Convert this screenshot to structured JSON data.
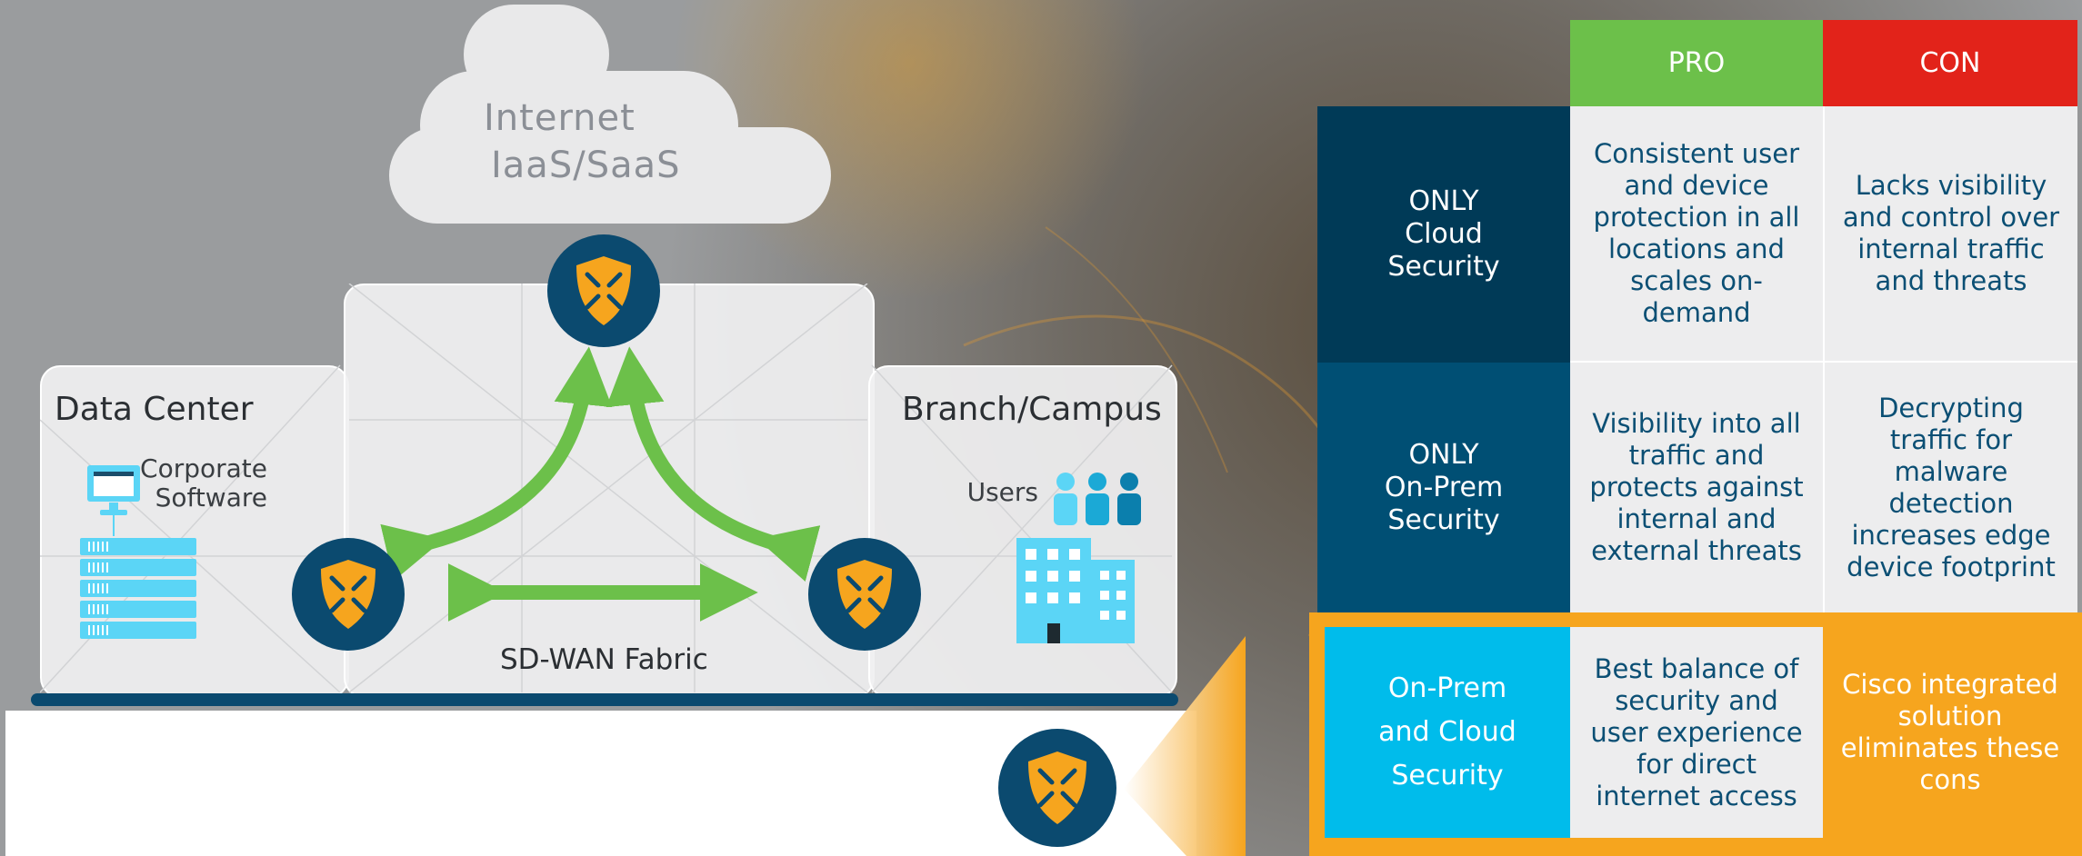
{
  "cloud": {
    "line1": "Internet",
    "line2": "IaaS/SaaS"
  },
  "diagram": {
    "data_center": {
      "title": "Data Center",
      "label_line1": "Corporate",
      "label_line2": "Software"
    },
    "branch": {
      "title": "Branch/Campus",
      "users_label": "Users"
    },
    "fabric_label": "SD-WAN Fabric"
  },
  "table": {
    "headers": {
      "pro": "PRO",
      "con": "CON"
    },
    "rows": [
      {
        "label": [
          "ONLY",
          "Cloud",
          "Security"
        ],
        "pro": "Consistent user and device protection in all locations and scales on-demand",
        "con": "Lacks visibility and control over internal traffic and threats"
      },
      {
        "label": [
          "ONLY",
          "On-Prem",
          "Security"
        ],
        "pro": "Visibility into all traffic and protects against internal and external threats",
        "con": "Decrypting traffic for malware detection increases edge device footprint"
      },
      {
        "label": [
          "On-Prem",
          "and Cloud",
          "Security"
        ],
        "pro": "Best balance of security and user experience for direct internet access",
        "con": "Cisco integrated solution eliminates these cons"
      }
    ]
  },
  "colors": {
    "pro_header": "#6cc04a",
    "con_header": "#e2231a",
    "row1_label": "#003a57",
    "row2_label": "#004f74",
    "row3_label": "#00bceb",
    "highlight": "#f6a51e",
    "arrow": "#6cc04a",
    "shield": "#f6a51e",
    "icon_circle": "#0b4a6f",
    "device_blue": "#5bd5f6"
  },
  "icons": {
    "router_shield": "shield-router-icon",
    "computer": "computer-icon",
    "server": "server-rack-icon",
    "users": "users-icon",
    "building": "building-icon"
  }
}
